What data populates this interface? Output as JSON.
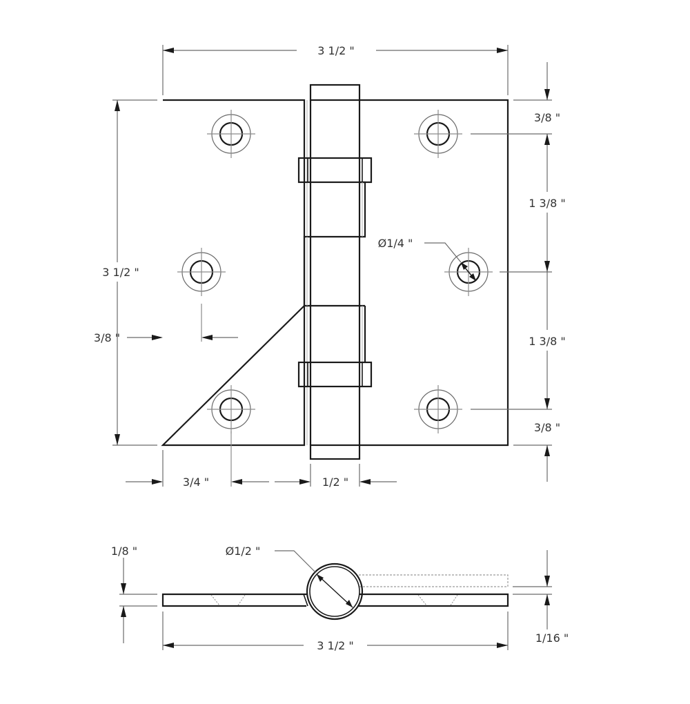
{
  "drawing": {
    "title": "Butt hinge dimension drawing",
    "unit": "inch",
    "colors": {
      "outline": "#1a1a1a",
      "dimension_line": "#6a6a6a",
      "text": "#333333",
      "background": "#ffffff"
    }
  },
  "front_view": {
    "dimensions": {
      "overall_width": "3 1/2 \"",
      "overall_height": "3 1/2 \"",
      "top_hole_offset": "3/8 \"",
      "hole_spacing_upper": "1 3/8 \"",
      "hole_spacing_lower": "1 3/8 \"",
      "bottom_hole_offset": "3/8 \"",
      "hole_diameter": "Ø1/4 \"",
      "middle_hole_edge_offset": "3/8 \"",
      "hole_column_offset": "3/4 \"",
      "knuckle_width": "1/2 \""
    },
    "holes": {
      "count": 6,
      "left_leaf": [
        "top",
        "middle",
        "bottom"
      ],
      "right_leaf": [
        "top",
        "middle",
        "bottom"
      ]
    },
    "knuckle_segments": 5,
    "ball_bearings": 2
  },
  "side_view": {
    "dimensions": {
      "pin_diameter": "Ø1/2 \"",
      "knuckle_offset": "1/8 \"",
      "leaf_width": "3 1/2 \"",
      "leaf_thickness": "1/16 \""
    }
  }
}
